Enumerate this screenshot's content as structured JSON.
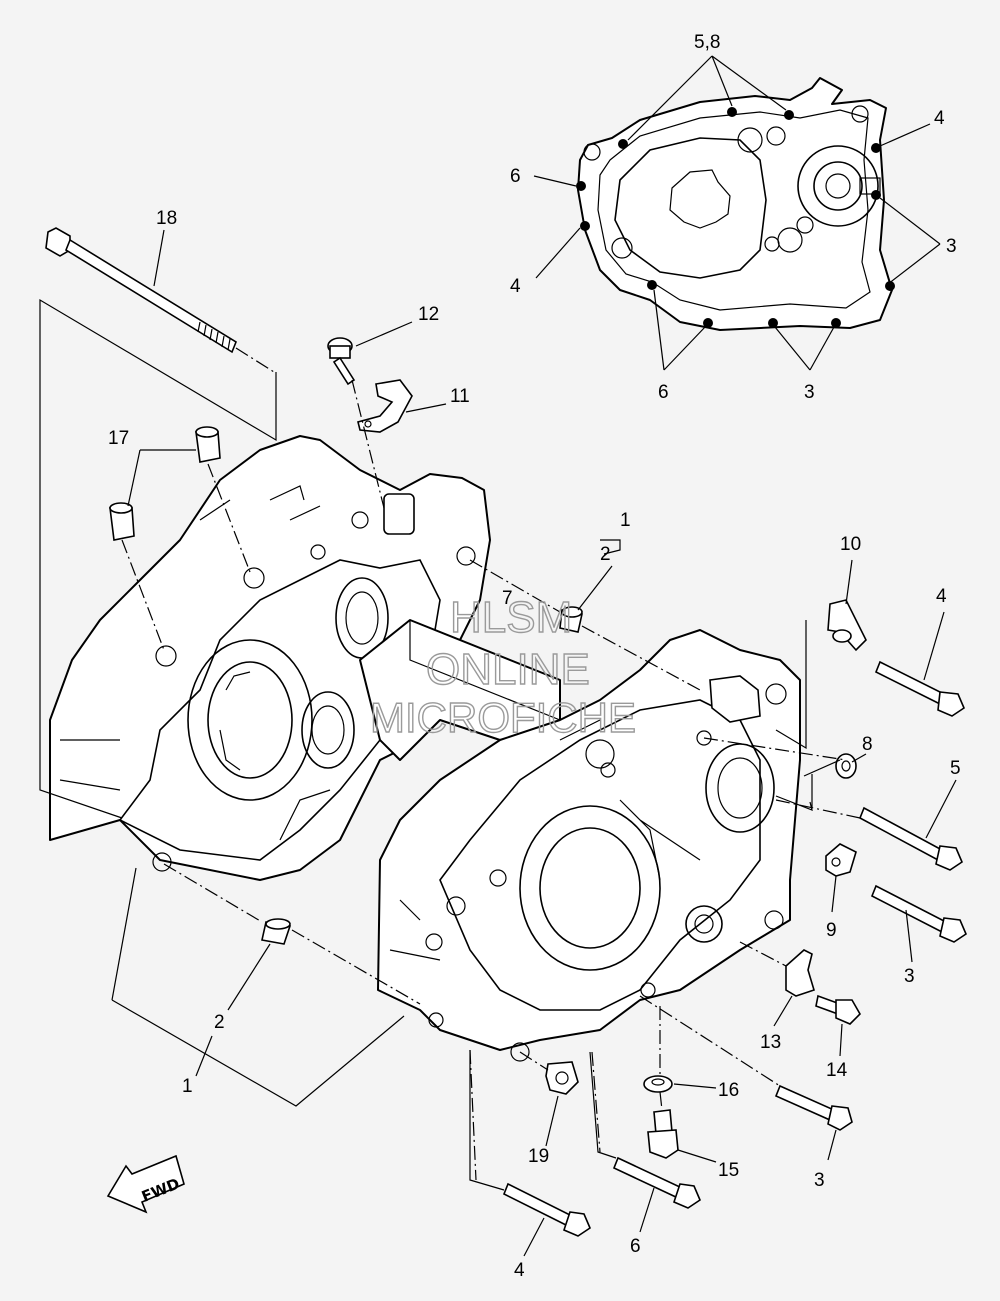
{
  "callouts": {
    "c18": "18",
    "c12": "12",
    "c11": "11",
    "c17": "17",
    "c1_top": "1",
    "c2_top": "2",
    "c7": "7",
    "c10": "10",
    "c4_right": "4",
    "c8": "8",
    "c5": "5",
    "c9": "9",
    "c3_right": "3",
    "c13": "13",
    "c14": "14",
    "c16": "16",
    "c15": "15",
    "c3_bottom": "3",
    "c19": "19",
    "c6_bottom": "6",
    "c4_bottom": "4",
    "c2_left": "2",
    "c1_left": "1"
  },
  "inset_callouts": {
    "i58": "5,8",
    "i4_top": "4",
    "i6_left": "6",
    "i4_left": "4",
    "i3_right": "3",
    "i6_bottom": "6",
    "i3_bottom": "3"
  },
  "fwd_label": "FWD",
  "watermark": {
    "line1": "HLSM",
    "line2": "ONLINE",
    "line3": "MICROFICHE"
  }
}
